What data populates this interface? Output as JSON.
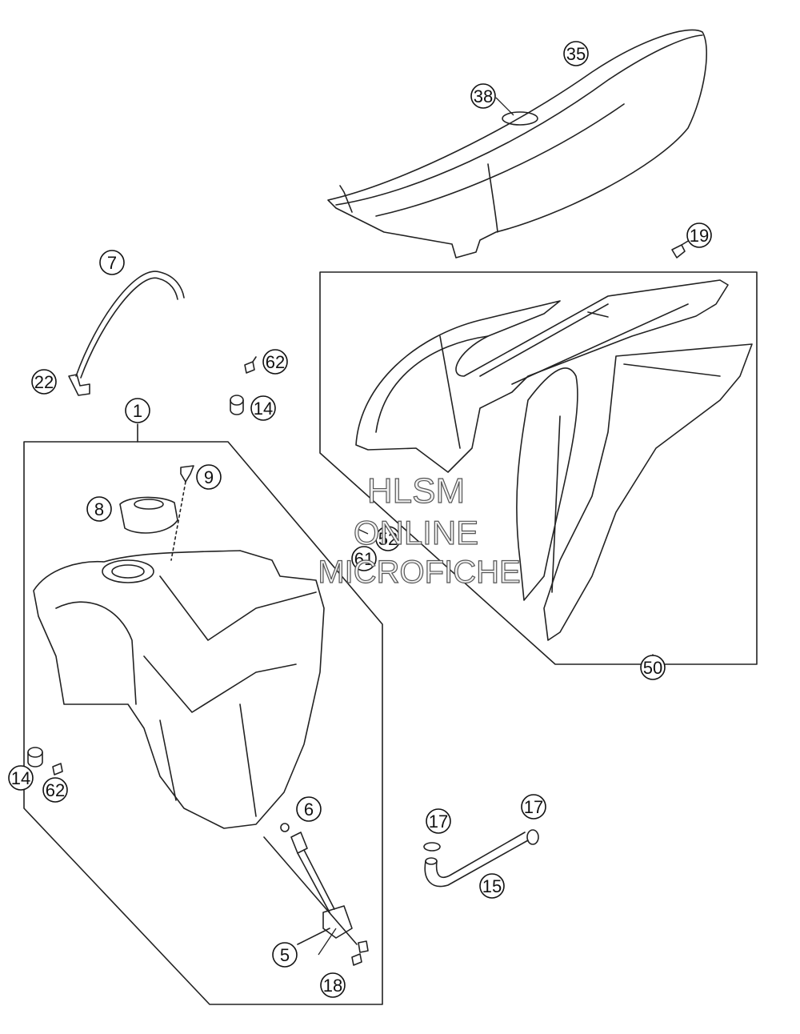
{
  "callouts": {
    "c35": "35",
    "c38": "38",
    "c19": "19",
    "c7": "7",
    "c22": "22",
    "c62a": "62",
    "c14a": "14",
    "c1": "1",
    "c9": "9",
    "c8": "8",
    "c52": "52",
    "c61": "61",
    "c50": "50",
    "c14b": "14",
    "c62b": "62",
    "c6": "6",
    "c17a": "17",
    "c17b": "17",
    "c15": "15",
    "c5": "5",
    "c18": "18"
  },
  "watermark": {
    "line1": "HLSM",
    "line2": "ONLINE",
    "line3": "MICROFICHE"
  }
}
